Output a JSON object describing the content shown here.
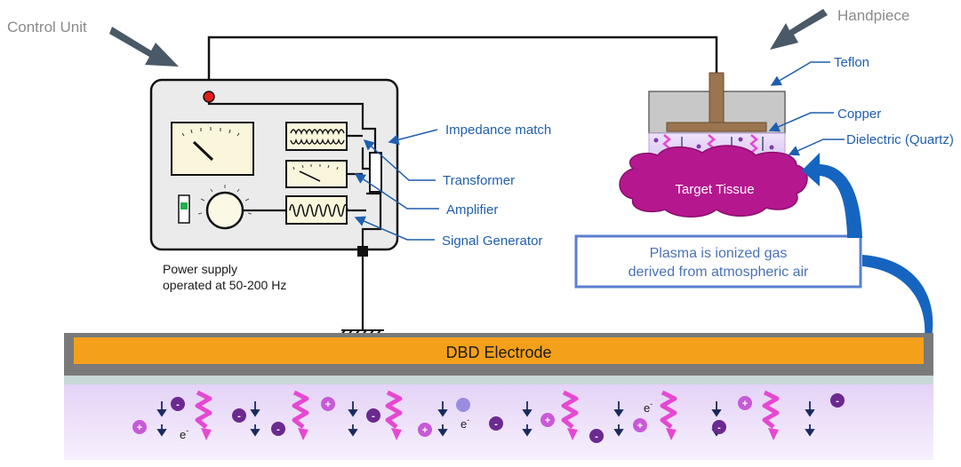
{
  "labels": {
    "control_unit": "Control Unit",
    "handpiece": "Handpiece",
    "impedance_match": "Impedance match",
    "transformer": "Transformer",
    "amplifier": "Amplifier",
    "signal_generator": "Signal Generator",
    "power_supply_line1": "Power supply",
    "power_supply_line2": "operated at 50-200 Hz",
    "teflon": "Teflon",
    "copper": "Copper",
    "dielectric": "Dielectric (Quartz)",
    "target_tissue": "Target Tissue",
    "plasma_line1": "Plasma is ionized gas",
    "plasma_line2": "derived from atmospheric air",
    "dbd_electrode": "DBD Electrode",
    "electron_symbol": "e",
    "electron_sup": "-",
    "plus_sign": "+",
    "minus_sign": "-"
  },
  "colors": {
    "callout_blue": "#1f5fae",
    "arrow_blue": "#1565c0",
    "arrow_gray": "#4a5968",
    "electrode_orange": "#f5a01a",
    "electrode_frame": "#7a7a7a",
    "plasma_lavender": "#ede0fa",
    "tissue_magenta": "#b5178e",
    "squiggle_pink": "#e548d2",
    "copper_brown": "#9a7550"
  }
}
